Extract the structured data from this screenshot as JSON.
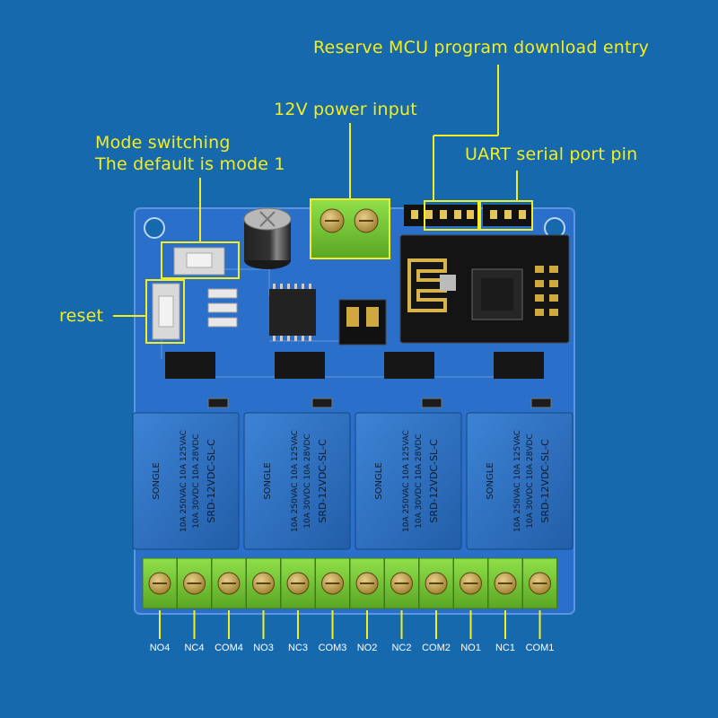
{
  "callouts": {
    "mcu_download": "Reserve MCU program download entry",
    "power_input": "12V power input",
    "mode_switch_line1": "Mode switching",
    "mode_switch_line2": "The default is mode 1",
    "uart_pin": "UART serial port pin",
    "reset": "reset"
  },
  "terminals": [
    "NO4",
    "NC4",
    "COM4",
    "NO3",
    "NC3",
    "COM3",
    "NO2",
    "NC2",
    "COM2",
    "NO1",
    "NC1",
    "COM1"
  ],
  "relays": [
    {
      "brand": "SONGLE",
      "model": "SRD-12VDC-SL-C",
      "rating1": "10A 250VAC 10A 125VAC",
      "rating2": "10A 30VDC 10A 28VDC"
    },
    {
      "brand": "SONGLE",
      "model": "SRD-12VDC-SL-C",
      "rating1": "10A 250VAC 10A 125VAC",
      "rating2": "10A 30VDC 10A 28VDC"
    },
    {
      "brand": "SONGLE",
      "model": "SRD-12VDC-SL-C",
      "rating1": "10A 250VAC 10A 125VAC",
      "rating2": "10A 30VDC 10A 28VDC"
    },
    {
      "brand": "SONGLE",
      "model": "SRD-12VDC-SL-C",
      "rating1": "10A 250VAC 10A 125VAC",
      "rating2": "10A 30VDC 10A 28VDC"
    }
  ],
  "colors": {
    "background": "#1769ad",
    "board": "#2a6fc9",
    "callout": "#f4ee1e",
    "terminal_green": "#7ccf3a",
    "relay_blue": "#2f72c4"
  }
}
